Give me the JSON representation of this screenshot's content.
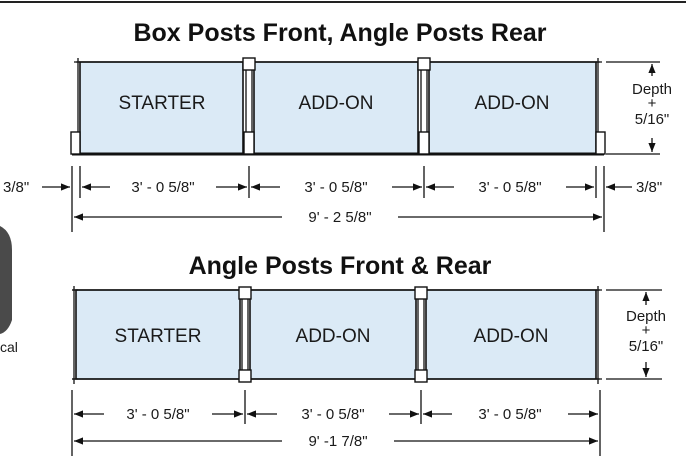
{
  "diagrams": [
    {
      "title": "Box Posts Front, Angle Posts Rear",
      "sections": [
        "STARTER",
        "ADD-ON",
        "ADD-ON"
      ],
      "section_dims": [
        "3' - 0 5/8\"",
        "3' - 0 5/8\"",
        "3' - 0 5/8\""
      ],
      "left_end_dim": "3/8\"",
      "right_end_dim": "3/8\"",
      "total": "9' - 2 5/8\"",
      "depth_label": "Depth",
      "depth_plus": "+",
      "depth_value": "5/16\""
    },
    {
      "title": "Angle Posts Front & Rear",
      "sections": [
        "STARTER",
        "ADD-ON",
        "ADD-ON"
      ],
      "section_dims": [
        "3' - 0 5/8\"",
        "3' - 0 5/8\"",
        "3' - 0 5/8\""
      ],
      "total": "9' -1 7/8\"",
      "depth_label": "Depth",
      "depth_plus": "+",
      "depth_value": "5/16\""
    }
  ],
  "side_text": "cal"
}
